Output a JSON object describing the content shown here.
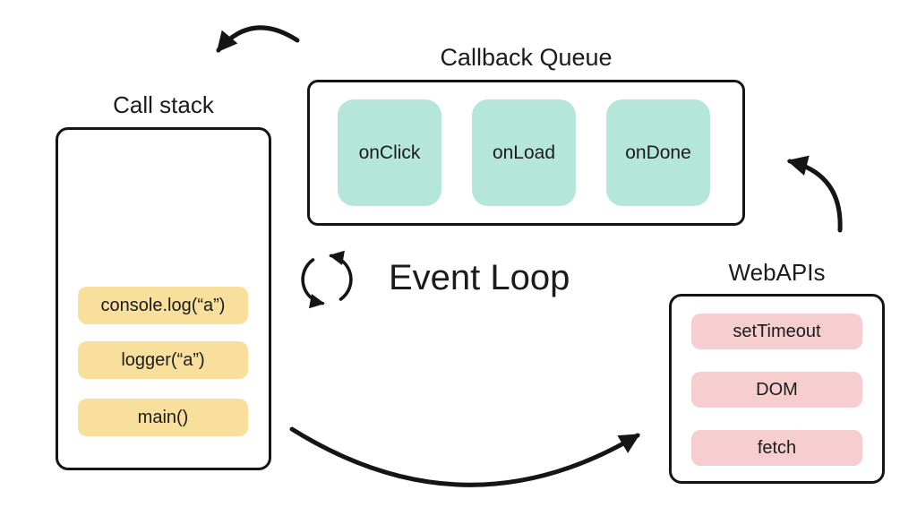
{
  "diagram_title": "Event Loop",
  "event_loop": {
    "label": "Event Loop",
    "icon": "cycle-arrows-icon"
  },
  "call_stack": {
    "title": "Call stack",
    "items": [
      "console.log(“a”)",
      "logger(“a”)",
      "main()"
    ],
    "item_color": "#F8DF9B"
  },
  "callback_queue": {
    "title": "Callback Queue",
    "items": [
      "onClick",
      "onLoad",
      "onDone"
    ],
    "item_color": "#B4E6DA"
  },
  "web_apis": {
    "title": "WebAPIs",
    "items": [
      "setTimeout",
      "DOM",
      "fetch"
    ],
    "item_color": "#F6CED0"
  },
  "arrows": {
    "callback_queue_to_call_stack": "curved arrow from Callback Queue to Call stack",
    "call_stack_to_web_apis": "curved arrow from Call stack to WebAPIs",
    "web_apis_to_callback_queue": "curved arrow from WebAPIs to Callback Queue"
  },
  "colors": {
    "stroke": "#151515",
    "text": "#1b1b1b",
    "background": "#ffffff"
  }
}
